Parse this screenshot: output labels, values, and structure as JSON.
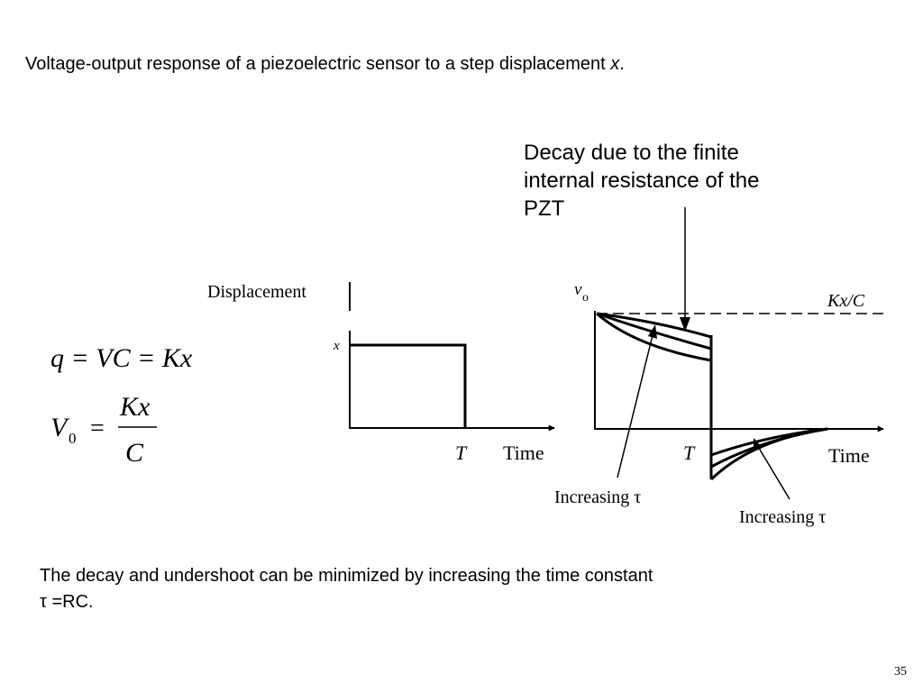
{
  "slide": {
    "title": "Voltage-output response of a piezoelectric sensor to a step displacement ",
    "title_var": "x",
    "title_end": ".",
    "page_number": "35"
  },
  "callout": {
    "line1": "Decay due to the finite",
    "line2": "internal resistance of the",
    "line3": "PZT"
  },
  "equations": {
    "eq1": "q = VC = Kx",
    "eq2_lhs": "V",
    "eq2_sub": "0",
    "eq2_equals": "=",
    "eq2_num": "Kx",
    "eq2_den": "C"
  },
  "displacement_plot": {
    "ylabel": "Displacement",
    "level_label": "x",
    "t_label": "T",
    "xlabel": "Time"
  },
  "voltage_plot": {
    "ylabel": "v",
    "ylabel_sub": "o",
    "asymptote_label": "Kx/C",
    "t_label": "T",
    "xlabel": "Time",
    "arrow1_label": "Increasing τ",
    "arrow2_label": "Increasing τ"
  },
  "note": {
    "line1": "The decay and undershoot can be minimized by increasing the time constant",
    "line2": "τ =RC."
  }
}
